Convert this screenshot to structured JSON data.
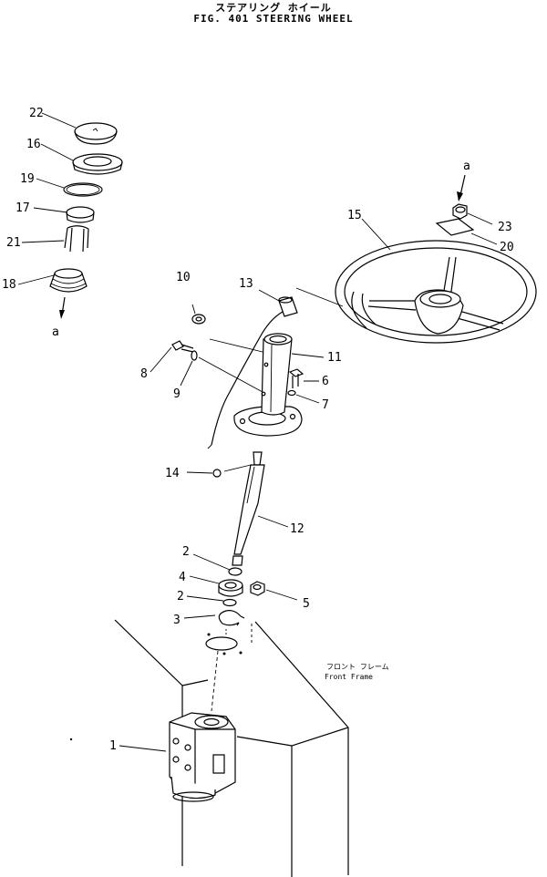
{
  "header": {
    "title_jp": "ステアリング ホイール",
    "title_en": "FIG. 401  STEERING WHEEL"
  },
  "callouts": {
    "c1": "1",
    "c2a": "2",
    "c2b": "2",
    "c3": "3",
    "c4": "4",
    "c5": "5",
    "c6": "6",
    "c7": "7",
    "c8": "8",
    "c9": "9",
    "c10": "10",
    "c11": "11",
    "c12": "12",
    "c13": "13",
    "c14": "14",
    "c15": "15",
    "c16": "16",
    "c17": "17",
    "c18": "18",
    "c19": "19",
    "c20": "20",
    "c21": "21",
    "c22": "22",
    "c23": "23"
  },
  "refs": {
    "a_top": "a",
    "a_left": "a"
  },
  "annotation": {
    "jp": "フロント フレーム",
    "en": "Front Frame"
  }
}
